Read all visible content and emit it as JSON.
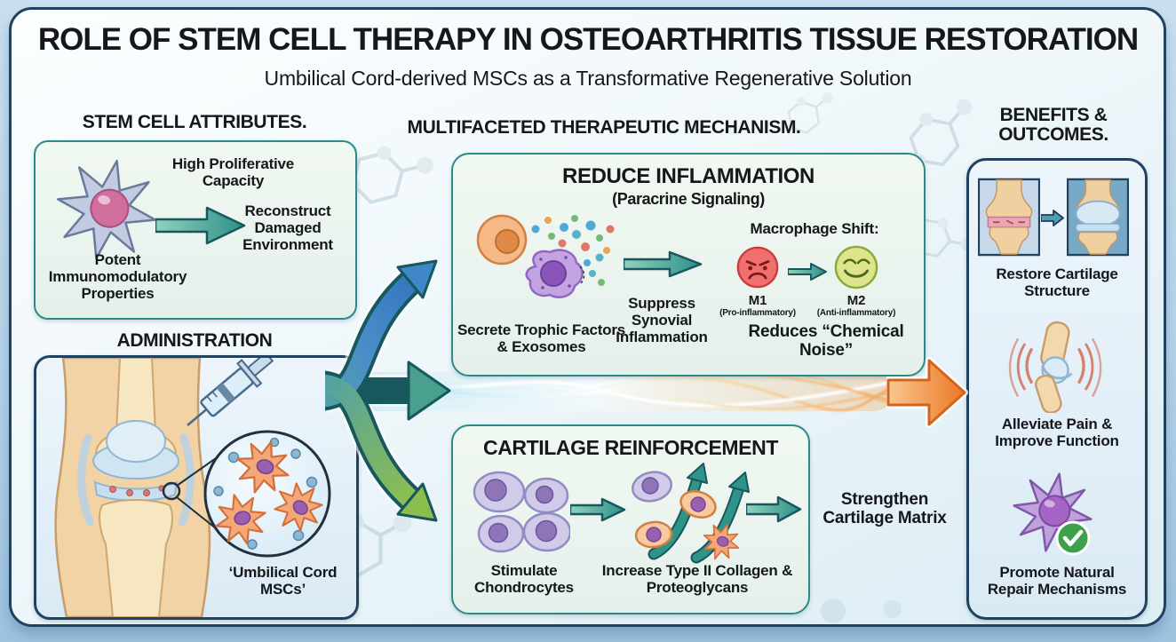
{
  "title": "ROLE OF STEM CELL THERAPY IN OSTEOARTHRITIS TISSUE RESTORATION",
  "subtitle": "Umbilical Cord-derived MSCs as a Transformative Regenerative Solution",
  "sections": {
    "attributes": {
      "heading": "STEM CELL ATTRIBUTES.",
      "high": "High Proliferative Capacity",
      "reconstruct": "Reconstruct Damaged Environment",
      "potent": "Potent Immunomodulatory Properties"
    },
    "administration": {
      "heading": "ADMINISTRATION",
      "msc_label": "‘Umbilical Cord MSCs’"
    },
    "mechanism": {
      "heading": "MULTIFACETED THERAPEUTIC MECHANISM.",
      "reduce": {
        "title": "REDUCE INFLAMMATION",
        "subtitle": "(Paracrine Signaling)",
        "secrete": "Secrete Trophic Factors & Exosomes",
        "suppress": "Suppress Synovial Inflammation",
        "macrophage": "Macrophage Shift:",
        "m1": "M1",
        "m1_sub": "(Pro-inflammatory)",
        "m2": "M2",
        "m2_sub": "(Anti-inflammatory)",
        "reduces": "Reduces “Chemical Noise”"
      },
      "cartilage": {
        "title": "CARTILAGE REINFORCEMENT",
        "stimulate": "Stimulate Chondrocytes",
        "increase": "Increase Type II Collagen & Proteoglycans",
        "strengthen": "Strengthen Cartilage Matrix"
      }
    },
    "benefits": {
      "heading": "BENEFITS & OUTCOMES.",
      "items": [
        {
          "label": "Restore Cartilage Structure"
        },
        {
          "label": "Alleviate Pain & Improve Function"
        },
        {
          "label": "Promote Natural Repair Mechanisms"
        }
      ]
    }
  },
  "colors": {
    "panel_border": "#21425f",
    "teal_border": "#2c8a88",
    "teal_arrow": "#3f9a86",
    "blue_arrow": "#3f87c8",
    "green_arrow": "#8cbe4e",
    "orange_arrow": "#ee7f2e",
    "m1_red": "#ef6a6a",
    "m2_green": "#dde48c",
    "text": "#15171a",
    "panel_bg": "#eef6f9",
    "outer_bg": "#aecde4"
  },
  "icons": {
    "stem-cell-icon": "spiky mesenchymal stem cell",
    "syringe-icon": "intra-articular injection syringe",
    "knee-joint-icon": "knee joint anatomy illustration",
    "umbilical-msc-inset-icon": "magnified circle of umbilical cord MSCs",
    "branch-arrows-icon": "three-way branching arrows",
    "energy-stream-icon": "glowing signal stream",
    "orange-arrow-icon": "outcome arrow",
    "secreting-cells-icon": "cells secreting trophic factors and exosomes",
    "suppress-arrow-icon": "teal arrow",
    "m1-angry-face-icon": "red angry macrophage face",
    "m2-happy-face-icon": "green smiling macrophage face",
    "chondrocytes-icon": "four chondrocyte cells",
    "growth-cells-icon": "cells with rising arrows",
    "knee-before-icon": "damaged knee joint",
    "knee-after-icon": "restored knee joint",
    "pain-relief-knee-icon": "knee with pain waves",
    "repair-cell-check-icon": "stem cell with green checkmark",
    "molecule-icon": "background molecule decoration"
  }
}
